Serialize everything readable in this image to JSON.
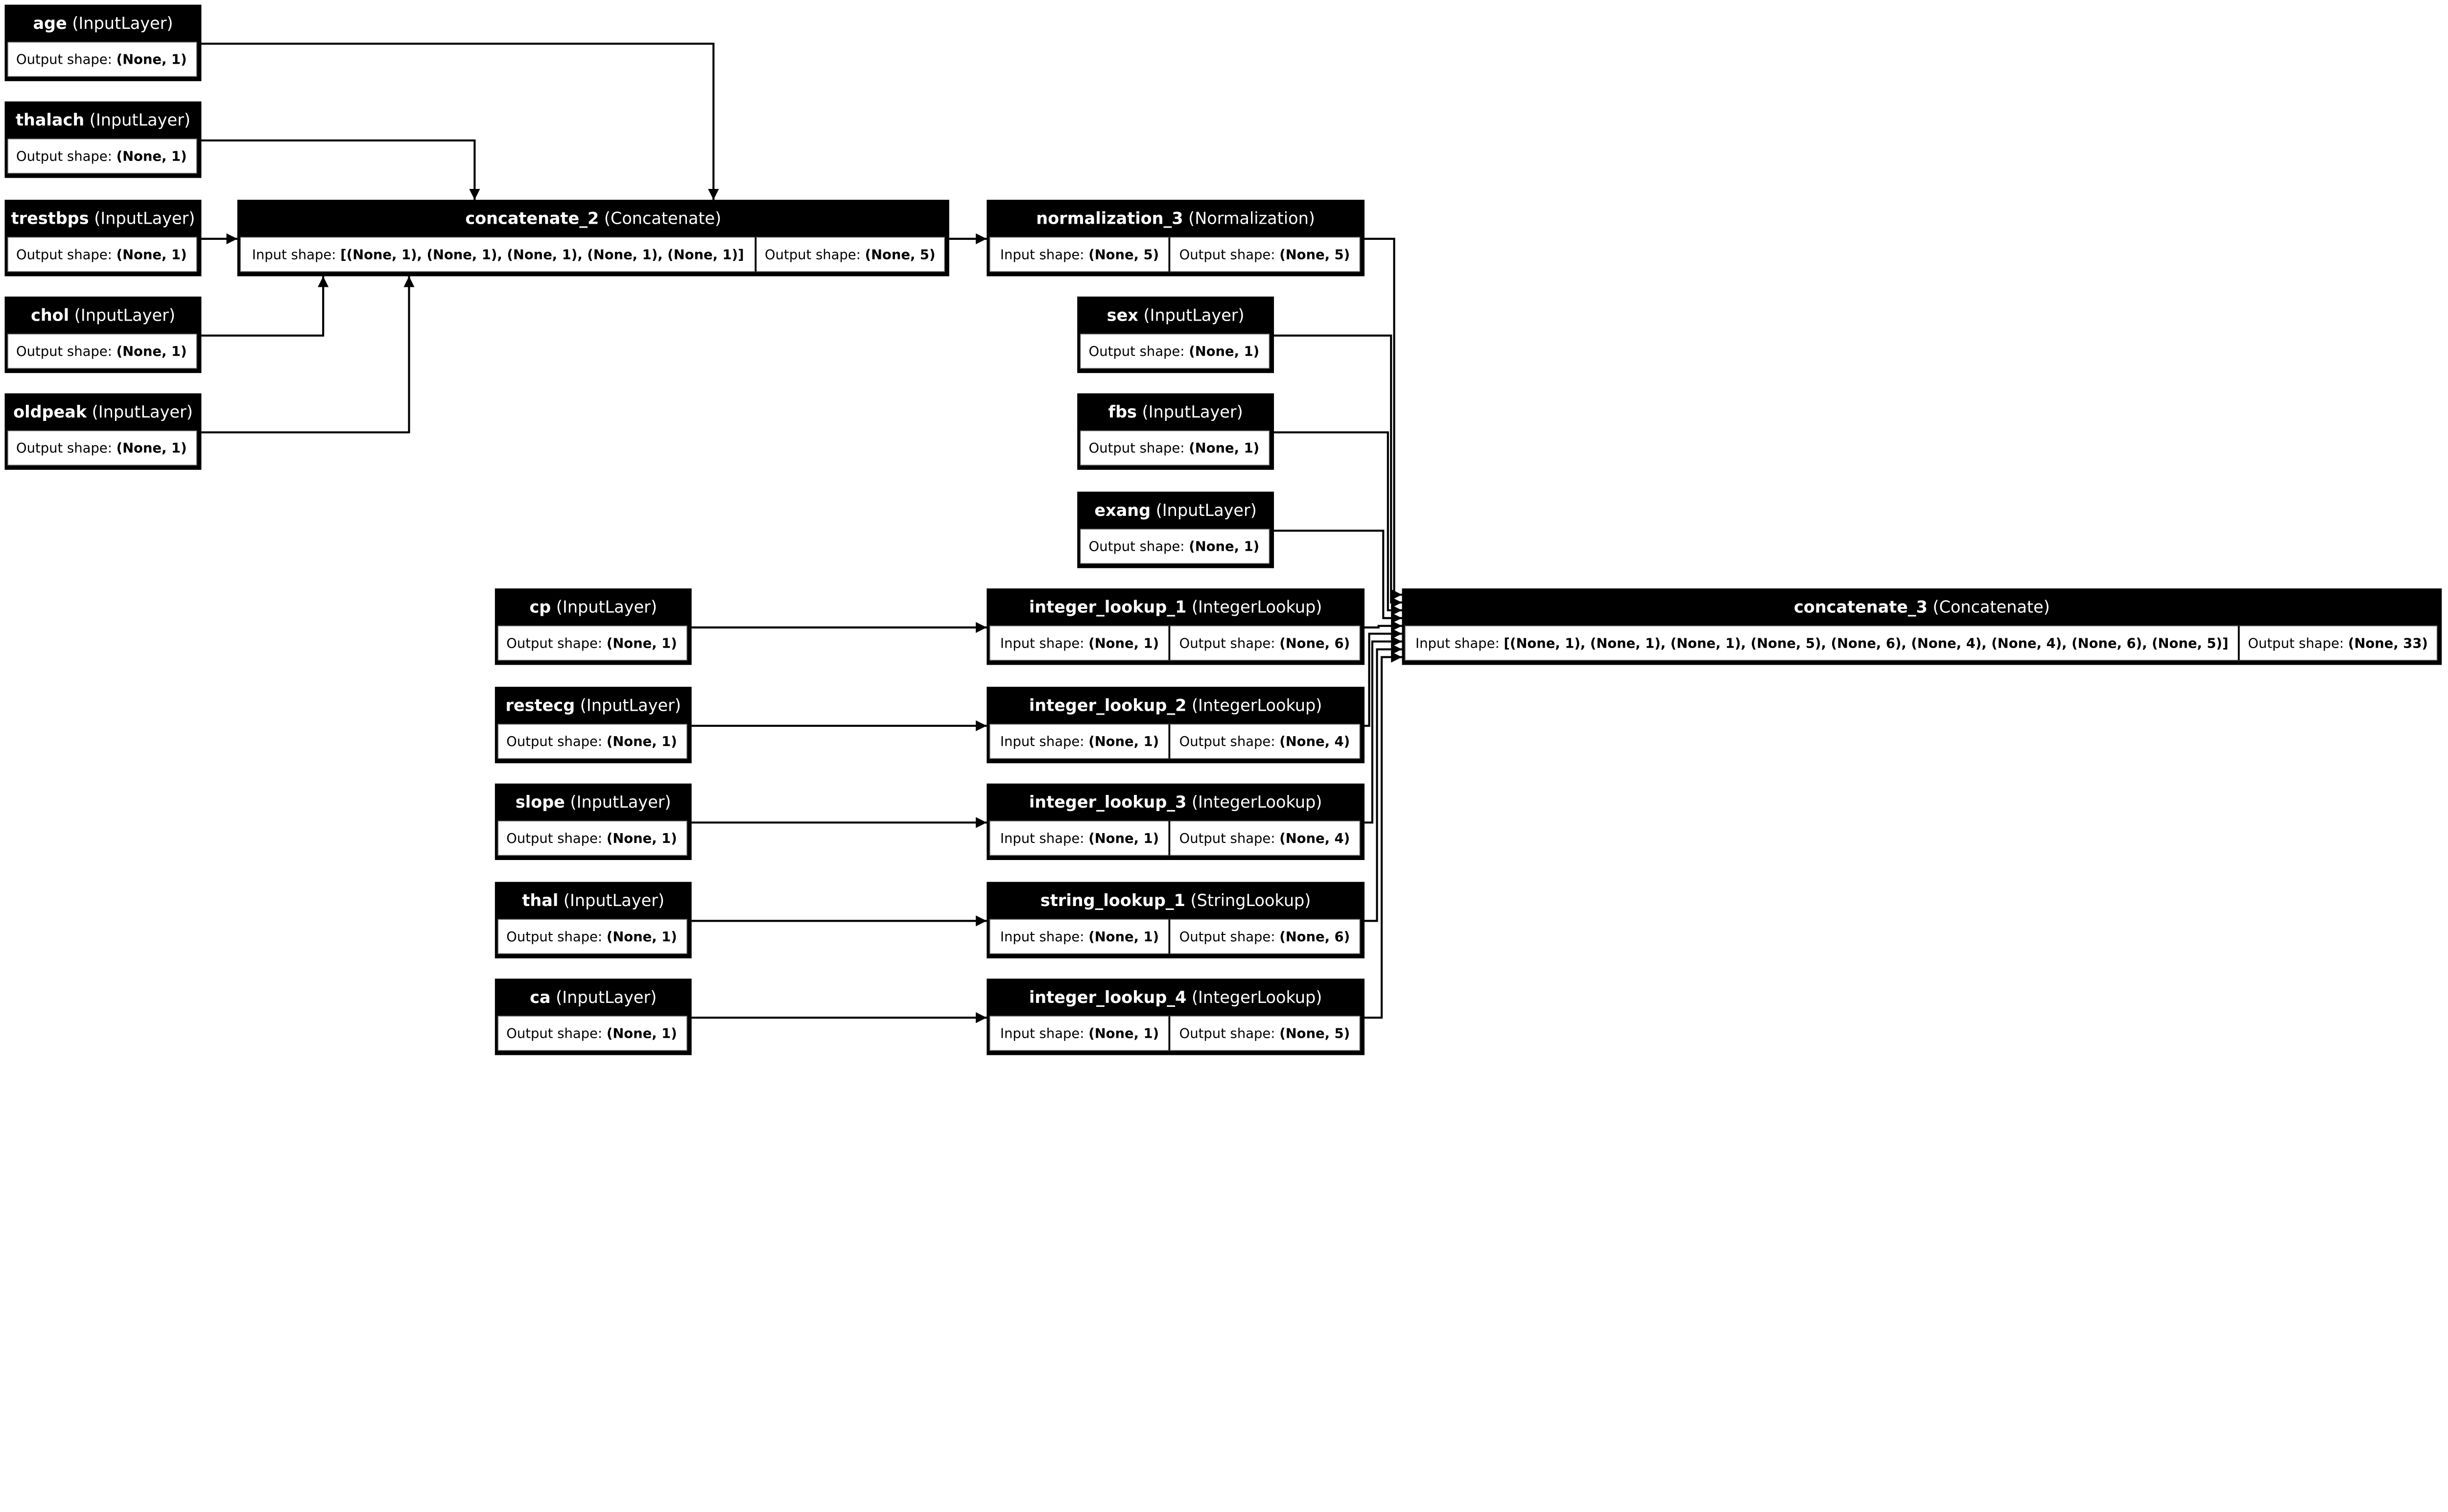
{
  "colors": {
    "header": "#000000",
    "body": "#ffffff",
    "edge": "#000000"
  },
  "labels": {
    "input_shape": "Input shape: ",
    "output_shape": "Output shape: "
  },
  "nodes": [
    {
      "id": "age",
      "name": "age",
      "type": "(InputLayer)",
      "output_shape": "(None, 1)"
    },
    {
      "id": "thalach",
      "name": "thalach",
      "type": "(InputLayer)",
      "output_shape": "(None, 1)"
    },
    {
      "id": "trestbps",
      "name": "trestbps",
      "type": "(InputLayer)",
      "output_shape": "(None, 1)"
    },
    {
      "id": "chol",
      "name": "chol",
      "type": "(InputLayer)",
      "output_shape": "(None, 1)"
    },
    {
      "id": "oldpeak",
      "name": "oldpeak",
      "type": "(InputLayer)",
      "output_shape": "(None, 1)"
    },
    {
      "id": "concatenate_2",
      "name": "concatenate_2",
      "type": "(Concatenate)",
      "input_shape": "[(None, 1), (None, 1), (None, 1), (None, 1), (None, 1)]",
      "output_shape": "(None, 5)"
    },
    {
      "id": "normalization_3",
      "name": "normalization_3",
      "type": "(Normalization)",
      "input_shape": "(None, 5)",
      "output_shape": "(None, 5)"
    },
    {
      "id": "sex",
      "name": "sex",
      "type": "(InputLayer)",
      "output_shape": "(None, 1)"
    },
    {
      "id": "fbs",
      "name": "fbs",
      "type": "(InputLayer)",
      "output_shape": "(None, 1)"
    },
    {
      "id": "exang",
      "name": "exang",
      "type": "(InputLayer)",
      "output_shape": "(None, 1)"
    },
    {
      "id": "cp",
      "name": "cp",
      "type": "(InputLayer)",
      "output_shape": "(None, 1)"
    },
    {
      "id": "restecg",
      "name": "restecg",
      "type": "(InputLayer)",
      "output_shape": "(None, 1)"
    },
    {
      "id": "slope",
      "name": "slope",
      "type": "(InputLayer)",
      "output_shape": "(None, 1)"
    },
    {
      "id": "thal",
      "name": "thal",
      "type": "(InputLayer)",
      "output_shape": "(None, 1)"
    },
    {
      "id": "ca",
      "name": "ca",
      "type": "(InputLayer)",
      "output_shape": "(None, 1)"
    },
    {
      "id": "integer_lookup_1",
      "name": "integer_lookup_1",
      "type": "(IntegerLookup)",
      "input_shape": "(None, 1)",
      "output_shape": "(None, 6)"
    },
    {
      "id": "integer_lookup_2",
      "name": "integer_lookup_2",
      "type": "(IntegerLookup)",
      "input_shape": "(None, 1)",
      "output_shape": "(None, 4)"
    },
    {
      "id": "integer_lookup_3",
      "name": "integer_lookup_3",
      "type": "(IntegerLookup)",
      "input_shape": "(None, 1)",
      "output_shape": "(None, 4)"
    },
    {
      "id": "string_lookup_1",
      "name": "string_lookup_1",
      "type": "(StringLookup)",
      "input_shape": "(None, 1)",
      "output_shape": "(None, 6)"
    },
    {
      "id": "integer_lookup_4",
      "name": "integer_lookup_4",
      "type": "(IntegerLookup)",
      "input_shape": "(None, 1)",
      "output_shape": "(None, 5)"
    },
    {
      "id": "concatenate_3",
      "name": "concatenate_3",
      "type": "(Concatenate)",
      "input_shape": "[(None, 1), (None, 1), (None, 1), (None, 5), (None, 6), (None, 4), (None, 4), (None, 6), (None, 5)]",
      "output_shape": "(None, 33)"
    }
  ],
  "edges": [
    {
      "from": "age",
      "to": "concatenate_2"
    },
    {
      "from": "thalach",
      "to": "concatenate_2"
    },
    {
      "from": "trestbps",
      "to": "concatenate_2"
    },
    {
      "from": "chol",
      "to": "concatenate_2"
    },
    {
      "from": "oldpeak",
      "to": "concatenate_2"
    },
    {
      "from": "concatenate_2",
      "to": "normalization_3"
    },
    {
      "from": "cp",
      "to": "integer_lookup_1"
    },
    {
      "from": "restecg",
      "to": "integer_lookup_2"
    },
    {
      "from": "slope",
      "to": "integer_lookup_3"
    },
    {
      "from": "thal",
      "to": "string_lookup_1"
    },
    {
      "from": "ca",
      "to": "integer_lookup_4"
    },
    {
      "from": "normalization_3",
      "to": "concatenate_3"
    },
    {
      "from": "sex",
      "to": "concatenate_3"
    },
    {
      "from": "fbs",
      "to": "concatenate_3"
    },
    {
      "from": "exang",
      "to": "concatenate_3"
    },
    {
      "from": "integer_lookup_1",
      "to": "concatenate_3"
    },
    {
      "from": "integer_lookup_2",
      "to": "concatenate_3"
    },
    {
      "from": "integer_lookup_3",
      "to": "concatenate_3"
    },
    {
      "from": "string_lookup_1",
      "to": "concatenate_3"
    },
    {
      "from": "integer_lookup_4",
      "to": "concatenate_3"
    }
  ]
}
